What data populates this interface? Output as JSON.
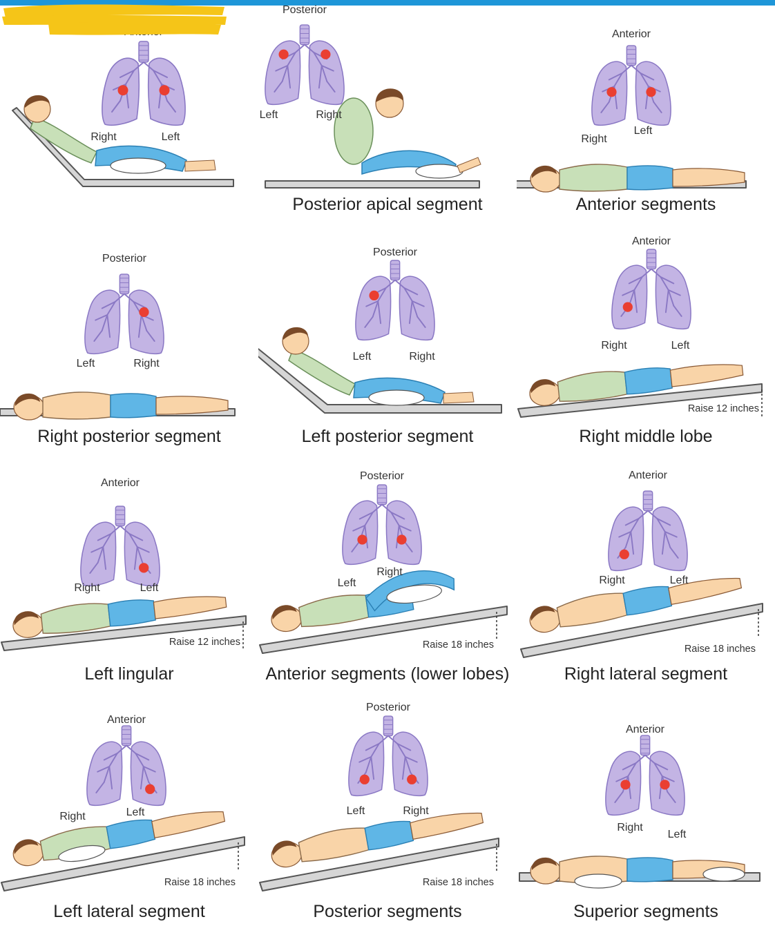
{
  "panels": [
    {
      "caption": "",
      "view": "Anterior",
      "side_left": "Right",
      "side_right": "Left",
      "raise": "",
      "spots": [
        [
          -1,
          0.45
        ],
        [
          1,
          0.45
        ]
      ]
    },
    {
      "caption": "Posterior apical segment",
      "view": "Posterior",
      "side_left": "Left",
      "side_right": "Right",
      "raise": "",
      "spots": [
        [
          -1,
          0.15
        ],
        [
          1,
          0.15
        ]
      ]
    },
    {
      "caption": "Anterior segments",
      "view": "Anterior",
      "side_left": "Right",
      "side_right": "Left",
      "raise": "",
      "spots": [
        [
          -1,
          0.45
        ],
        [
          1,
          0.45
        ]
      ]
    },
    {
      "caption": "Right posterior segment",
      "view": "Posterior",
      "side_left": "Left",
      "side_right": "Right",
      "raise": "",
      "spots": [
        [
          1,
          0.3
        ]
      ]
    },
    {
      "caption": "Left posterior segment",
      "view": "Posterior",
      "side_left": "Left",
      "side_right": "Right",
      "raise": "",
      "spots": [
        [
          -1,
          0.25
        ]
      ]
    },
    {
      "caption": "Right middle lobe",
      "view": "Anterior",
      "side_left": "Right",
      "side_right": "Left",
      "raise": "Raise 12 inches",
      "spots": [
        [
          -1,
          0.65
        ]
      ]
    },
    {
      "caption": "Left lingular",
      "view": "Anterior",
      "side_left": "Right",
      "side_right": "Left",
      "raise": "Raise 12 inches",
      "spots": [
        [
          1,
          0.72
        ]
      ]
    },
    {
      "caption": "Anterior segments (lower lobes)",
      "view": "Posterior",
      "side_left": "Left",
      "side_right": "Right",
      "raise": "Raise 18 inches",
      "spots": [
        [
          -1,
          0.6
        ],
        [
          1,
          0.6
        ]
      ]
    },
    {
      "caption": "Right lateral segment",
      "view": "Anterior",
      "side_left": "Right",
      "side_right": "Left",
      "raise": "Raise 18 inches",
      "spots": [
        [
          -1,
          0.75
        ]
      ]
    },
    {
      "caption": "Left lateral segment",
      "view": "Anterior",
      "side_left": "Right",
      "side_right": "Left",
      "raise": "Raise 18 inches",
      "spots": [
        [
          1,
          0.75
        ]
      ]
    },
    {
      "caption": "Posterior segments",
      "view": "Posterior",
      "side_left": "Left",
      "side_right": "Right",
      "raise": "Raise 18 inches",
      "spots": [
        [
          -1,
          0.75
        ],
        [
          1,
          0.75
        ]
      ]
    },
    {
      "caption": "Superior segments",
      "view": "Anterior",
      "side_left": "Right",
      "side_right": "Left",
      "raise": "",
      "spots": [
        [
          -1,
          0.5
        ],
        [
          1,
          0.5
        ]
      ]
    }
  ],
  "colors": {
    "topbar": "#1e96d8",
    "lung_fill": "#c3b4e4",
    "lung_stroke": "#8a78c4",
    "spot": "#ea3f31",
    "table": "#d6d6d6",
    "table_stroke": "#555555",
    "skin": "#f9d4a8",
    "hair": "#7a4a28",
    "shirt": "#c8e0b8",
    "pants": "#5fb6e6",
    "pillow": "#ffffff",
    "highlight": "#f5c518"
  }
}
